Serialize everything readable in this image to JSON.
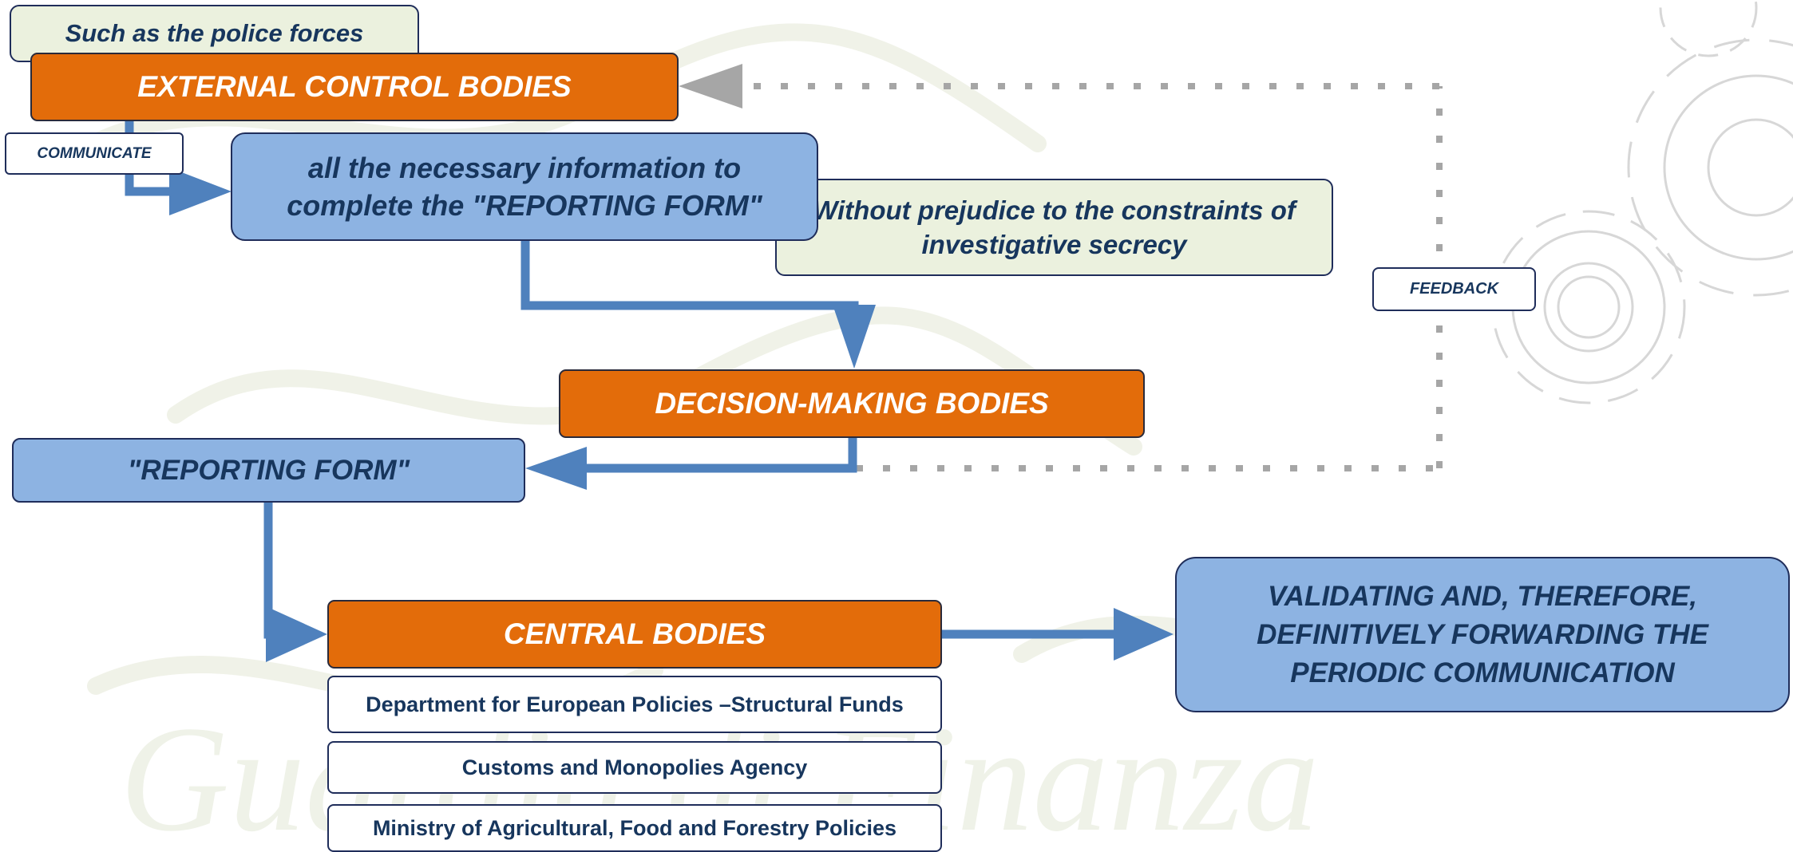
{
  "nodes": {
    "police_note": "Such as the police forces",
    "external_control": "EXTERNAL CONTROL BODIES",
    "communicate": "COMMUNICATE",
    "necessary_info": "all the necessary information to complete the \"REPORTING FORM\"",
    "secrecy_note": "Without prejudice to the constraints of investigative secrecy",
    "feedback": "FEEDBACK",
    "decision_making": "DECISION-MAKING BODIES",
    "reporting_form": "\"REPORTING FORM\"",
    "central": "CENTRAL BODIES",
    "validating": "VALIDATING AND, THEREFORE, DEFINITIVELY FORWARDING THE PERIODIC COMMUNICATION"
  },
  "central_members": [
    "Department for European Policies –Structural Funds",
    "Customs and Monopolies Agency",
    "Ministry of Agricultural, Food and Forestry Policies"
  ],
  "watermark": "Guardia di Finanza",
  "colors": {
    "orange": "#e36c0a",
    "light_blue": "#8db3e2",
    "arrow_blue": "#4f81bd",
    "light_green": "#ebf1de",
    "dark_navy": "#17365d",
    "feedback_gray": "#a6a6a6"
  }
}
